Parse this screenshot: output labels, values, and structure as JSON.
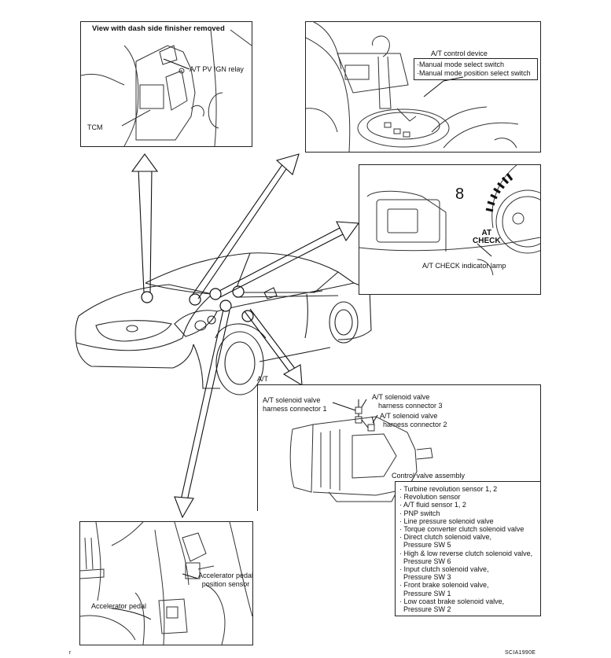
{
  "panel_tcm": {
    "title": "View with dash side finisher removed",
    "relay_label": "A/T PV IGN relay",
    "tcm_label": "TCM"
  },
  "panel_control_device": {
    "heading": "A/T control device",
    "items": [
      "Manual mode select switch",
      "Manual mode position select switch"
    ]
  },
  "panel_indicator": {
    "gauge_number": "8",
    "lamp_text_line1": "AT",
    "lamp_text_line2": "CHECK",
    "lamp_label": "A/T CHECK indicator lamp"
  },
  "panel_at": {
    "title": "A/T",
    "connector1_line1": "A/T solenoid valve",
    "connector1_line2": "harness connector 1",
    "connector3_line1": "A/T solenoid valve",
    "connector3_line2": "harness connector 3",
    "connector2_line1": "A/T solenoid valve",
    "connector2_line2": "harness connector 2",
    "cva_label": "Control valve assembly",
    "cva_items": [
      "Turbine revolution sensor 1, 2",
      "Revolution sensor",
      "A/T fluid sensor 1, 2",
      "PNP switch",
      "Line pressure solenoid valve",
      "Torque converter clutch solenoid valve",
      "Direct clutch solenoid valve,",
      "Pressure SW 5",
      "High & low reverse clutch solenoid valve,",
      "Pressure SW 6",
      "Input clutch solenoid valve,",
      "Pressure SW 3",
      "Front brake solenoid valve,",
      "Pressure SW 1",
      "Low coast brake solenoid valve,",
      "Pressure SW 2"
    ]
  },
  "panel_pedal": {
    "sensor_line1": "Accelerator pedal",
    "sensor_line2": "position sensor",
    "pedal_label": "Accelerator pedal"
  },
  "figure_ref": "SCIA1990E",
  "corner_mark": "r"
}
